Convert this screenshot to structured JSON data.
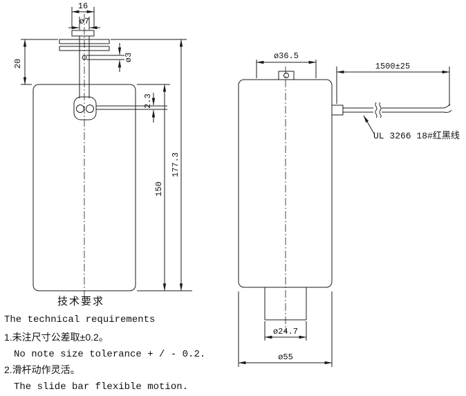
{
  "left_view": {
    "dim_top_width": "16",
    "dim_shaft_diameter": "ø7",
    "dim_bracket_offset": "20",
    "dim_hole_diameter": "ø3",
    "dim_slot_width": "2.3",
    "dim_overall_height": "177.3",
    "dim_body_height": "150"
  },
  "right_view": {
    "dim_top_diameter": "ø36.5",
    "dim_lead_length": "1500±25",
    "wire_label": "UL 3266 18#红黑线",
    "dim_plunger_diameter": "ø24.7",
    "dim_body_diameter": "ø55"
  },
  "notes": {
    "heading_zh": "技术要求",
    "heading_en": "The technical requirements",
    "item1_zh": "1.未注尺寸公差取±0.2。",
    "item1_en": "No note size tolerance + / - 0.2.",
    "item2_zh": "2.滑杆动作灵活。",
    "item2_en": "The slide bar flexible motion."
  }
}
